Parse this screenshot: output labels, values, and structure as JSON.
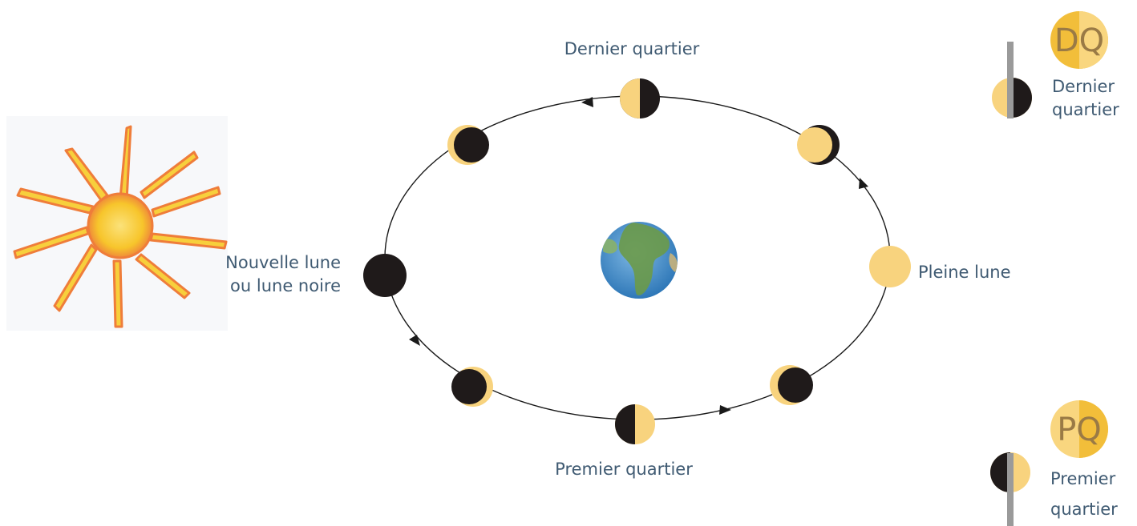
{
  "labels": {
    "last_quarter": "Dernier quartier",
    "first_quarter": "Premier quartier",
    "full_moon": "Pleine lune",
    "new_moon_line1": "Nouvelle lune",
    "new_moon_line2": "ou lune noire"
  },
  "legend_last": {
    "badge": "DQ",
    "line1": "Dernier",
    "line2": "quartier"
  },
  "legend_first": {
    "badge": "PQ",
    "line1": "Premier",
    "line2": "quartier"
  },
  "colors": {
    "moon_lit": "#f8d37e",
    "moon_dark": "#1f1a1a",
    "label_text": "#3f5a72",
    "badge_gold": "#f2be3a",
    "badge_light": "#f9d67f",
    "divider_grey": "#9a9a9a",
    "sun_yellow": "#f7c52b",
    "sun_orange": "#ef7d3a",
    "earth_blue": "#3f8fcf",
    "earth_green": "#6c9b4a"
  },
  "icons": {
    "sun": "sun-drawing-icon",
    "earth": "earth-globe-icon"
  }
}
